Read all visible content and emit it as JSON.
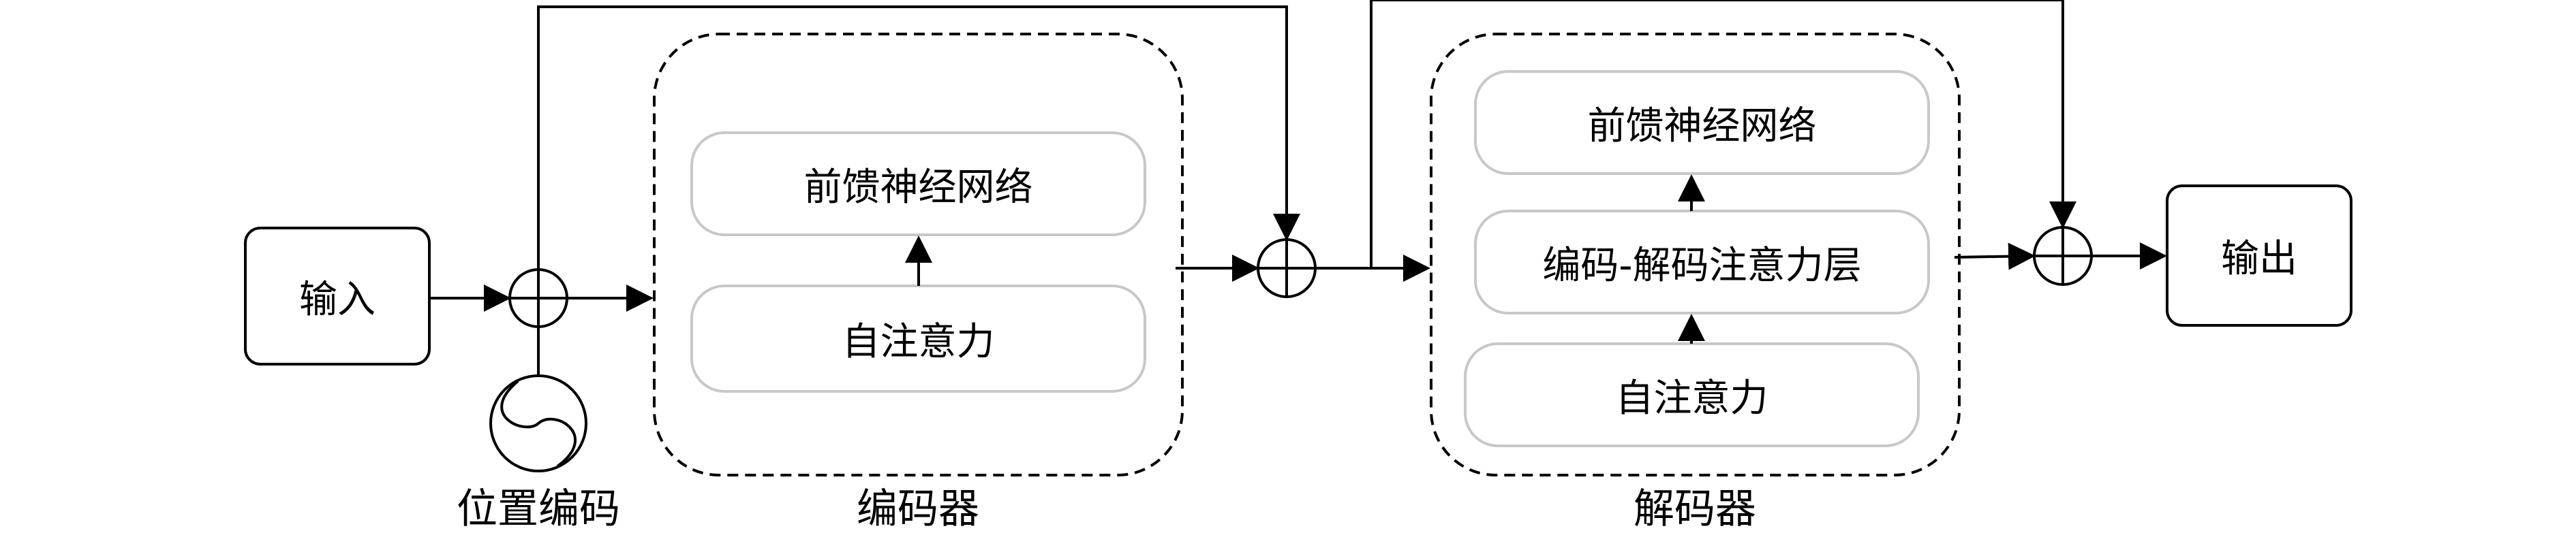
{
  "input_label": "输入",
  "output_label": "输出",
  "positional_encoding_label": "位置编码",
  "encoder": {
    "caption": "编码器",
    "ffn_label": "前馈神经网络",
    "self_attention_label": "自注意力"
  },
  "decoder": {
    "caption": "解码器",
    "ffn_label": "前馈神经网络",
    "cross_attention_label": "编码-解码注意力层",
    "self_attention_label": "自注意力"
  }
}
